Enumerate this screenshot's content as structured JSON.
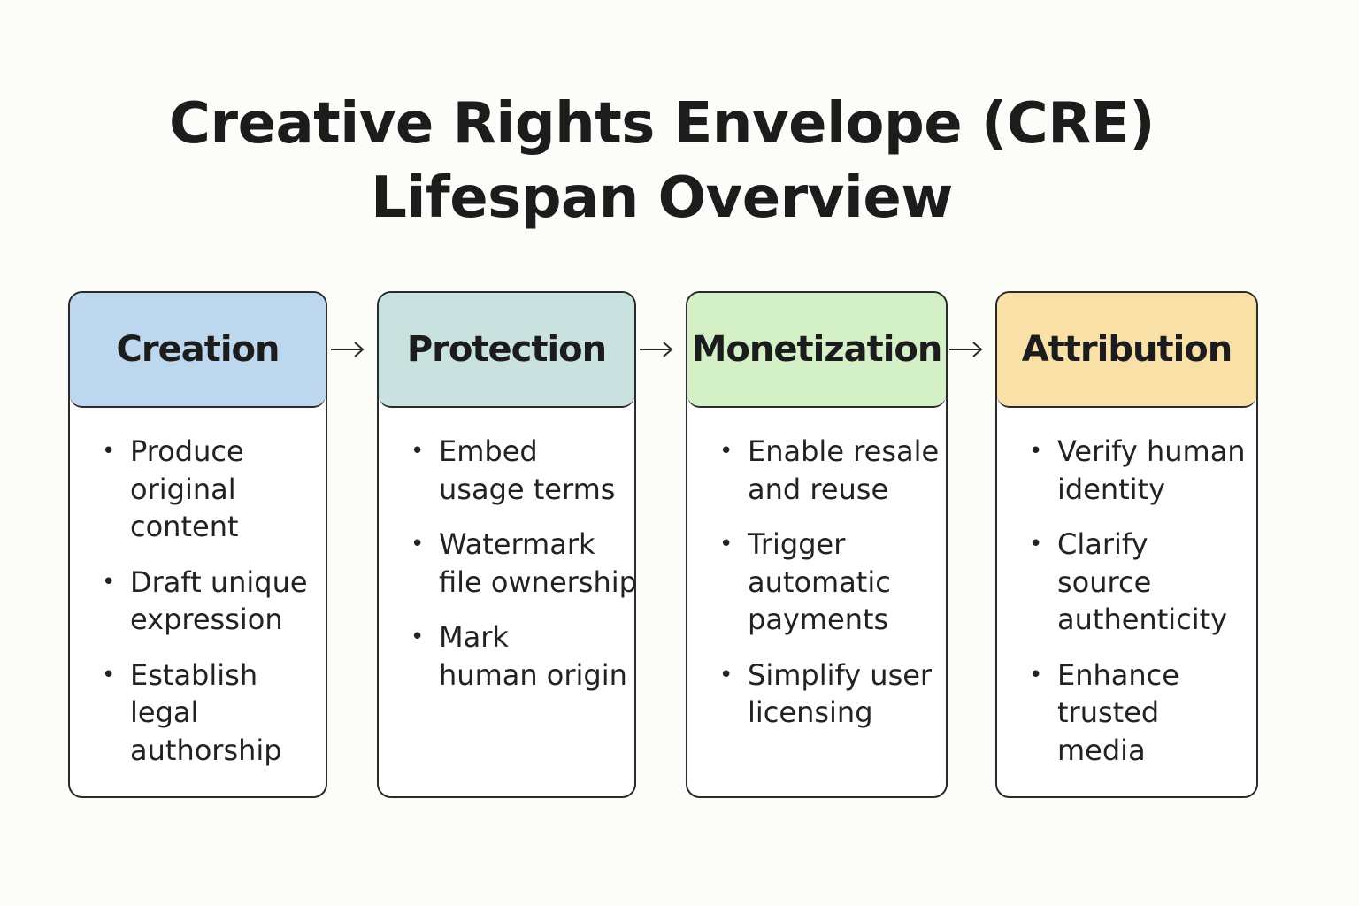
{
  "title": {
    "line1": "Creative Rights Envelope (CRE)",
    "line2": "Lifespan Overview"
  },
  "stages": [
    {
      "title": "Creation",
      "color": "#bdd7ee",
      "bullets": [
        [
          "Produce",
          "original",
          "content"
        ],
        [
          "Draft unique",
          "expression"
        ],
        [
          "Establish",
          "legal",
          "authorship"
        ]
      ]
    },
    {
      "title": "Protection",
      "color": "#c9e2df",
      "bullets": [
        [
          "Embed",
          "usage terms"
        ],
        [
          "Watermark",
          "file ownership"
        ],
        [
          "Mark",
          "human origin"
        ]
      ]
    },
    {
      "title": "Monetization",
      "color": "#d3f0c7",
      "bullets": [
        [
          "Enable resale",
          "and reuse"
        ],
        [
          "Trigger",
          "automatic",
          "payments"
        ],
        [
          "Simplify user",
          "licensing"
        ]
      ]
    },
    {
      "title": "Attribution",
      "color": "#f8e0a7",
      "bullets": [
        [
          "Verify human",
          "identity"
        ],
        [
          "Clarify",
          "source",
          "authenticity"
        ],
        [
          "Enhance",
          "trusted",
          "media"
        ]
      ]
    }
  ],
  "arrow_icon": "arrow-right-icon"
}
